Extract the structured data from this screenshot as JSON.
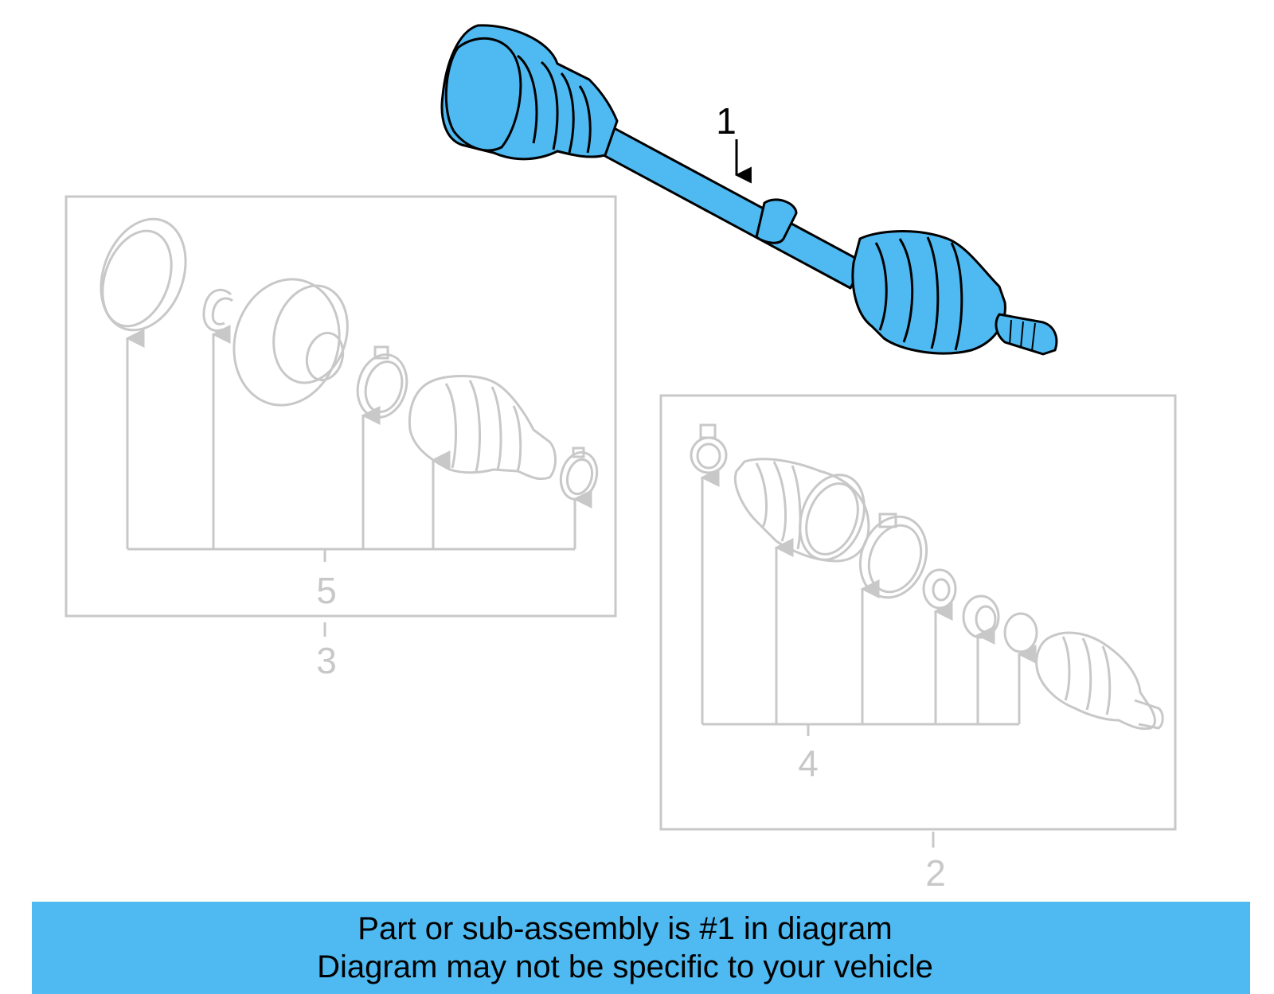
{
  "colors": {
    "highlight": "#4fbaf2",
    "outline_main": "#000000",
    "outline_grey": "#c8c8c8",
    "banner_bg": "#4fbaf2",
    "banner_text": "#000000"
  },
  "callouts": {
    "c1": "1",
    "c2": "2",
    "c3": "3",
    "c4": "4",
    "c5": "5"
  },
  "banner": {
    "line1": "Part or sub-assembly is #1 in diagram",
    "line2": "Diagram may not be specific to your vehicle"
  }
}
